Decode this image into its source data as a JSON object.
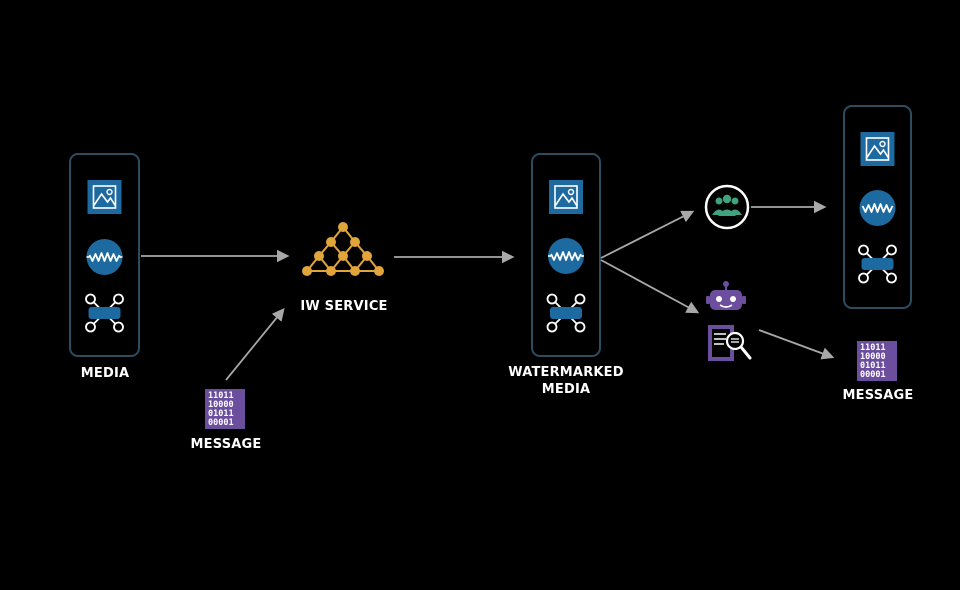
{
  "colors": {
    "background": "#000000",
    "panel_border": "#2f4b60",
    "tile_blue": "#1d6aa0",
    "arrow": "#a8a8a8",
    "network_gold": "#e2a53a",
    "team_green": "#3ea37e",
    "message_purple": "#6b4e9e",
    "text": "#ffffff"
  },
  "labels": {
    "media": "MEDIA",
    "iw_service": "IW SERVICE",
    "message_in": "MESSAGE",
    "watermarked_line1": "WATERMARKED",
    "watermarked_line2": "MEDIA",
    "message_out": "MESSAGE"
  },
  "message_bits": [
    "11011",
    "10000",
    "01011",
    "00001"
  ],
  "icons": [
    "image-icon",
    "audio-wave-icon",
    "video-drone-icon",
    "neural-network-icon",
    "people-icon",
    "robot-icon",
    "document-search-icon",
    "binary-message-icon"
  ]
}
